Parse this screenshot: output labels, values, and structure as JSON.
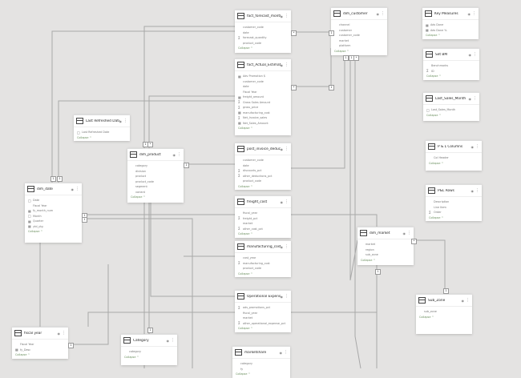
{
  "collapse_label": "Collapse ^",
  "colors": {
    "canvas": "#e4e3e2",
    "card": "#ffffff",
    "line": "#a8a8a8",
    "collapse": "#6a8f5e"
  },
  "tables": [
    {
      "name": "fact_forecast_monthly",
      "fields": [
        [
          "",
          "customer_code"
        ],
        [
          "",
          "date"
        ],
        [
          "sigma",
          "forecast_quantity"
        ],
        [
          "",
          "product_code"
        ]
      ]
    },
    {
      "name": "fact_Actual_Estimates",
      "fields": [
        [
          "calc",
          "Adv Promotion $"
        ],
        [
          "",
          "customer_code"
        ],
        [
          "",
          "date"
        ],
        [
          "",
          "Fiscal Year"
        ],
        [
          "calc",
          "freight_amount"
        ],
        [
          "sigma",
          "Gross Sales Amount"
        ],
        [
          "sigma",
          "gross_price"
        ],
        [
          "calc",
          "manufacturing_cost"
        ],
        [
          "sigma",
          "Net_Invoice_sales"
        ],
        [
          "calc",
          "Net_Sales_Amount"
        ]
      ]
    },
    {
      "name": "dim_customer",
      "fields": [
        [
          "",
          "channel"
        ],
        [
          "",
          "customer"
        ],
        [
          "",
          "customer_code"
        ],
        [
          "",
          "market"
        ],
        [
          "",
          "platform"
        ]
      ]
    },
    {
      "name": "Key Measures",
      "fields": [
        [
          "calc",
          "Ads Done"
        ],
        [
          "calc",
          "Ads Done %"
        ]
      ]
    },
    {
      "name": "Set BM",
      "fields": [
        [
          "",
          "Benchmarks"
        ],
        [
          "sigma",
          "ID"
        ]
      ]
    },
    {
      "name": "Last_Sales_Month",
      "fields": [
        [
          "cal",
          "Last_Sales_Month"
        ]
      ]
    },
    {
      "name": "P & L Columns",
      "fields": [
        [
          "",
          "Col Header"
        ]
      ]
    },
    {
      "name": "P&L Rows",
      "fields": [
        [
          "",
          "Description"
        ],
        [
          "",
          "Line Item"
        ],
        [
          "sigma",
          "Order"
        ]
      ]
    },
    {
      "name": "Last Refreshed Date",
      "fields": [
        [
          "cal",
          "Last Refreshed Date"
        ]
      ]
    },
    {
      "name": "dim_product",
      "fields": [
        [
          "",
          "category"
        ],
        [
          "",
          "division"
        ],
        [
          "",
          "product"
        ],
        [
          "",
          "product_code"
        ],
        [
          "",
          "segment"
        ],
        [
          "",
          "variant"
        ]
      ]
    },
    {
      "name": "dim_date",
      "fields": [
        [
          "cal",
          "Date"
        ],
        [
          "",
          "Fiscal Year"
        ],
        [
          "calc",
          "fy_month_num"
        ],
        [
          "cal",
          "Month"
        ],
        [
          "calc",
          "Quarter"
        ],
        [
          "calc",
          "ytd_ytg"
        ]
      ]
    },
    {
      "name": "post_invoice_deduct...",
      "fields": [
        [
          "",
          "customer_code"
        ],
        [
          "",
          "date"
        ],
        [
          "sigma",
          "discounts_pct"
        ],
        [
          "sigma",
          "other_deductions_pct"
        ],
        [
          "",
          "product_code"
        ]
      ]
    },
    {
      "name": "freight_cost",
      "fields": [
        [
          "",
          "fiscal_year"
        ],
        [
          "sigma",
          "freight_pct"
        ],
        [
          "",
          "market"
        ],
        [
          "sigma",
          "other_cost_pct"
        ]
      ]
    },
    {
      "name": "manufacturing_cost",
      "fields": [
        [
          "",
          "cost_year"
        ],
        [
          "sigma",
          "manufacturing_cost"
        ],
        [
          "",
          "product_code"
        ]
      ]
    },
    {
      "name": "Operational Expense",
      "fields": [
        [
          "sigma",
          "ads_promotions_pct"
        ],
        [
          "",
          "fiscal_year"
        ],
        [
          "",
          "market"
        ],
        [
          "sigma",
          "other_operational_expense_pct"
        ]
      ]
    },
    {
      "name": "marketshare",
      "fields": [
        [
          "",
          "category"
        ],
        [
          "",
          "fy"
        ]
      ]
    },
    {
      "name": "dim_market",
      "fields": [
        [
          "",
          "market"
        ],
        [
          "",
          "region"
        ],
        [
          "",
          "sub_zone"
        ]
      ]
    },
    {
      "name": "Sub_Zone",
      "fields": [
        [
          "",
          "sub_zone"
        ]
      ]
    },
    {
      "name": "fiscal year",
      "fields": [
        [
          "",
          "Fiscal Year"
        ],
        [
          "calc",
          "fy_Desc"
        ]
      ]
    },
    {
      "name": "Category",
      "fields": [
        [
          "",
          "category"
        ]
      ]
    }
  ],
  "cardinality": {
    "one": "1",
    "many": "*"
  }
}
